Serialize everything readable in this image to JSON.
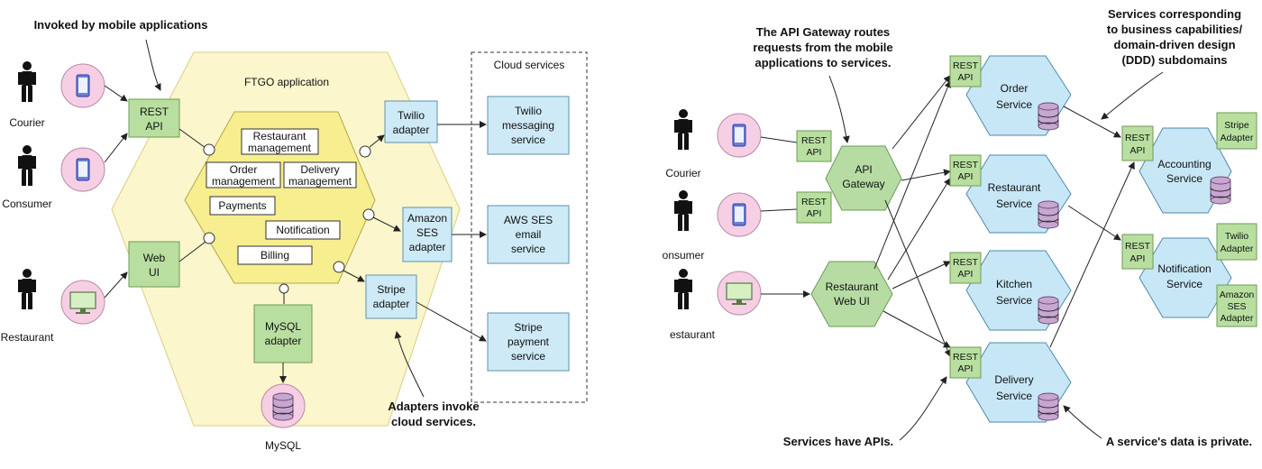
{
  "left": {
    "annotation_top": "Invoked by mobile applications",
    "app_title": "FTGO application",
    "cloud_title": "Cloud services",
    "actors": [
      "Courier",
      "Consumer",
      "Restaurant"
    ],
    "rest_api": [
      "REST",
      "API"
    ],
    "web_ui": [
      "Web",
      "UI"
    ],
    "modules": {
      "restaurant": [
        "Restaurant",
        "management"
      ],
      "order": [
        "Order",
        "management"
      ],
      "delivery": [
        "Delivery",
        "management"
      ],
      "payments": "Payments",
      "notification": "Notification",
      "billing": "Billing"
    },
    "adapters": {
      "twilio": [
        "Twilio",
        "adapter"
      ],
      "ses": [
        "Amazon",
        "SES",
        "adapter"
      ],
      "stripe": [
        "Stripe",
        "adapter"
      ],
      "mysql": [
        "MySQL",
        "adapter"
      ]
    },
    "cloud": {
      "twilio": [
        "Twilio",
        "messaging",
        "service"
      ],
      "ses": [
        "AWS SES",
        "email",
        "service"
      ],
      "stripe": [
        "Stripe",
        "payment",
        "service"
      ]
    },
    "db_label": "MySQL",
    "annotation_bottom": [
      "Adapters invoke",
      "cloud services."
    ]
  },
  "right": {
    "annotation_gateway": [
      "The API Gateway routes",
      "requests from the mobile",
      "applications to services."
    ],
    "annotation_services": [
      "Services corresponding",
      "to business capabilities/",
      "domain-driven design",
      "(DDD) subdomains"
    ],
    "annotation_apis": "Services have APIs.",
    "annotation_data": "A service's data is private.",
    "actors": [
      "Courier",
      "onsumer",
      "estaurant"
    ],
    "rest_api": [
      "REST",
      "API"
    ],
    "gateway": [
      "API",
      "Gateway"
    ],
    "web_ui": [
      "Restaurant",
      "Web UI"
    ],
    "services": {
      "order": [
        "Order",
        "Service"
      ],
      "restaurant": [
        "Restaurant",
        "Service"
      ],
      "kitchen": [
        "Kitchen",
        "Service"
      ],
      "delivery": [
        "Delivery",
        "Service"
      ],
      "accounting": [
        "Accounting",
        "Service"
      ],
      "notification": [
        "Notification",
        "Service"
      ]
    },
    "side_adapters": {
      "stripe": [
        "Stripe",
        "Adapter"
      ],
      "twilio": [
        "Twilio",
        "Adapter"
      ],
      "ses": [
        "Amazon",
        "SES",
        "Adapter"
      ]
    }
  }
}
